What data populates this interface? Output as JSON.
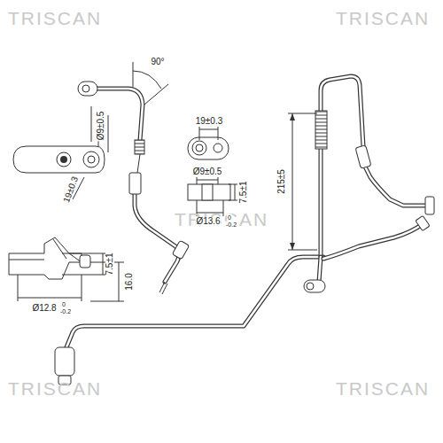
{
  "diagram": {
    "labels": [
      "TRISCAN",
      "TRISCAN",
      "TRISCAN",
      "TRISCAN",
      "TRISCAN",
      "90°",
      "19±0.3",
      "Ø9±0.5",
      "19±0.3",
      "Ø9±0.5",
      "Ø13.6",
      "0",
      "-0.2",
      "7.5±1",
      "16.0",
      "7.5±1",
      "Ø12.8",
      "0",
      "-0.2",
      "215±5"
    ]
  }
}
